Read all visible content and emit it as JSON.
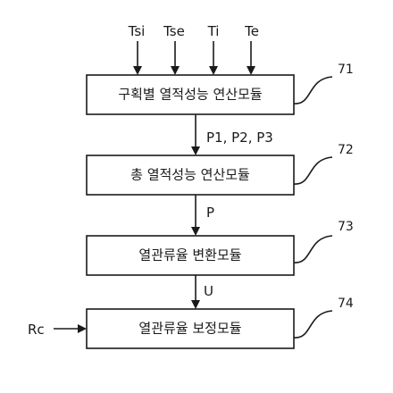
{
  "inputs": {
    "tsi": "Tsi",
    "tse": "Tse",
    "ti": "Ti",
    "te": "Te",
    "rc": "Rc"
  },
  "modules": [
    {
      "label": "구획별 열적성능 연산모듈",
      "ref": "71"
    },
    {
      "label": "총 열적성능 연산모듈",
      "ref": "72"
    },
    {
      "label": "열관류율 변환모듈",
      "ref": "73"
    },
    {
      "label": "열관류율 보정모듈",
      "ref": "74"
    }
  ],
  "flows": {
    "f1": "P1, P2, P3",
    "f2": "P",
    "f3": "U"
  },
  "colors": {
    "stroke": "#1a1a1a",
    "background": "#ffffff"
  }
}
